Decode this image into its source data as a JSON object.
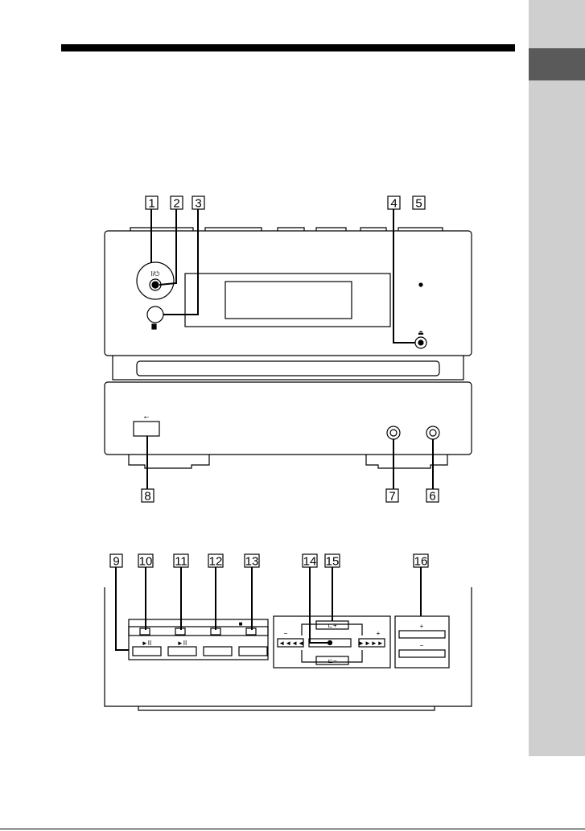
{
  "callouts": [
    "1",
    "2",
    "3",
    "4",
    "5",
    "6",
    "7",
    "8",
    "9",
    "10",
    "11",
    "12",
    "13",
    "14",
    "15",
    "16"
  ],
  "unit": {
    "power_symbol": "I/⏻",
    "eject_symbol": "⏏",
    "usb_symbol": "⭠",
    "play_pause_symbol": "►II",
    "stop_symbol": "■",
    "folder_plus": "⊏+",
    "folder_minus": "⊏−",
    "prev_symbol": "I◄◄◄◄",
    "next_symbol": "►►►►I",
    "minus_sign": "−",
    "plus_sign": "+"
  }
}
